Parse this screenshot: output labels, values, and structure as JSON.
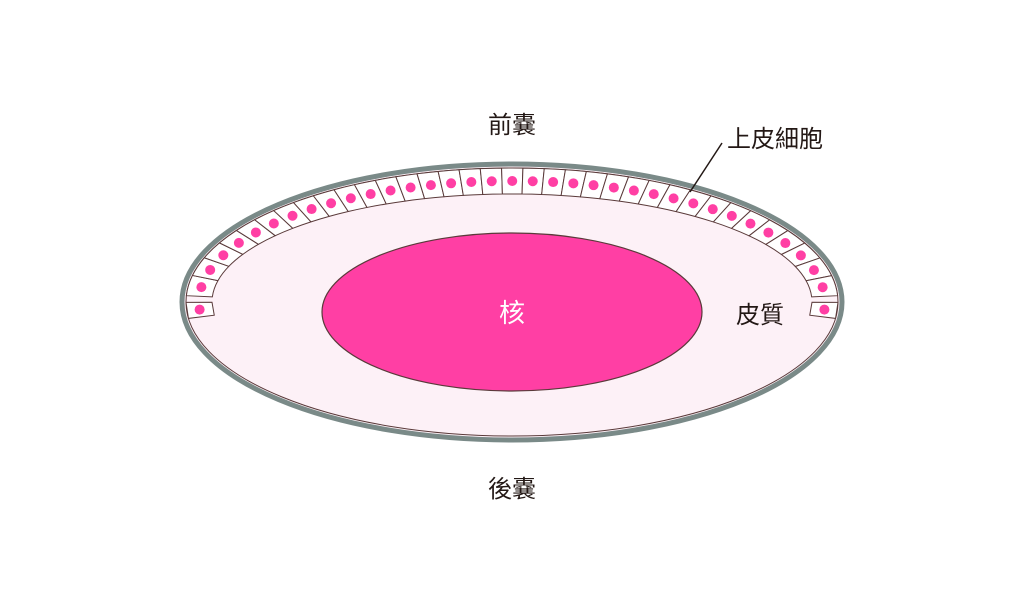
{
  "labels": {
    "anterior_capsule": "前嚢",
    "posterior_capsule": "後嚢",
    "epithelial_cells": "上皮細胞",
    "nucleus": "核",
    "cortex": "皮質"
  },
  "colors": {
    "capsule_stroke": "#7a8a88",
    "lens_fill": "#fdf1f7",
    "nucleus_fill": "#ff3fa4",
    "cell_fill": "#ffffff",
    "cell_dot": "#ff3fa4",
    "outline": "#5a3a3a",
    "text": "#231815"
  }
}
